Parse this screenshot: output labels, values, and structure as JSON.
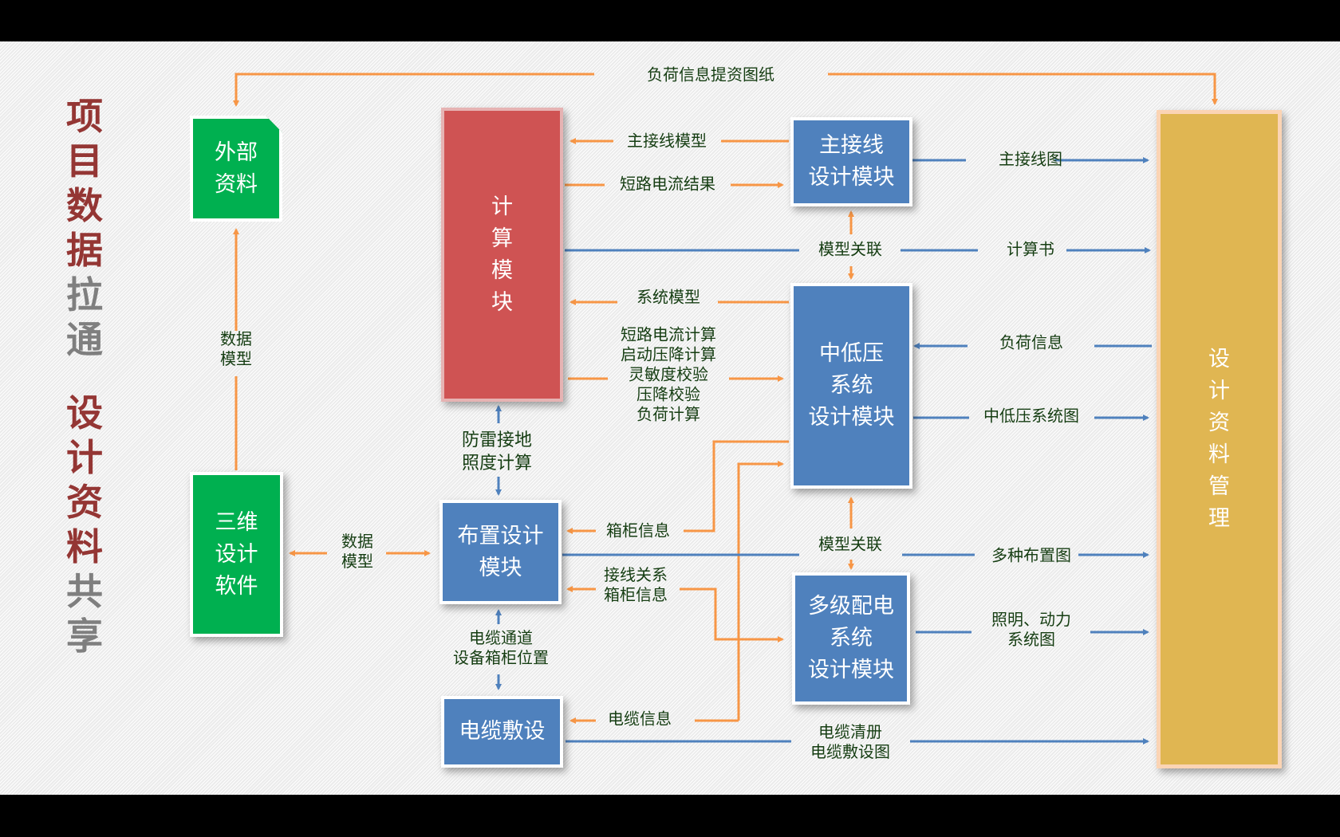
{
  "title": {
    "part1": [
      "项",
      "目",
      "数",
      "据",
      "拉",
      "通"
    ],
    "part1_colors": [
      "red",
      "red",
      "red",
      "red",
      "gray",
      "gray"
    ],
    "part2": [
      "设",
      "计",
      "资",
      "料",
      "共",
      "享"
    ],
    "part2_colors": [
      "red",
      "red",
      "red",
      "red",
      "gray",
      "gray"
    ]
  },
  "colors": {
    "title_red": "#943634",
    "title_gray": "#7f7f7f",
    "module_blue": "#4f81bd",
    "source_green": "#00b050",
    "calc_red": "#cf5353",
    "mgmt_yellow": "#e0b652",
    "arrow_orange": "#f79646",
    "arrow_blue": "#4f81bd",
    "label_green": "#153d12"
  },
  "nodes": {
    "external_data": [
      "外部",
      "资料"
    ],
    "3d_software": [
      "三维",
      "设计",
      "软件"
    ],
    "calc_module": [
      "计",
      "算",
      "模",
      "块"
    ],
    "main_wiring": [
      "主接线",
      "设计模块"
    ],
    "mv_lv_system": [
      "中低压",
      "系统",
      "设计模块"
    ],
    "layout_design": [
      "布置设计",
      "模块"
    ],
    "multi_distribution": [
      "多级配电",
      "系统",
      "设计模块"
    ],
    "cable_laying": [
      "电缆敷设"
    ],
    "design_mgmt": [
      "设",
      "计",
      "资",
      "料",
      "管",
      "理"
    ]
  },
  "edges": {
    "load_info_drawing": "负荷信息提资图纸",
    "data_model_up": [
      "数据",
      "模型"
    ],
    "data_model_side": [
      "数据",
      "模型"
    ],
    "main_wiring_model": "主接线模型",
    "short_circuit_result": "短路电流结果",
    "main_wiring_drawing": "主接线图",
    "model_link_top": "模型关联",
    "calc_book": "计算书",
    "system_model": "系统模型",
    "calc_list": [
      "短路电流计算",
      "启动压降计算",
      "灵敏度校验",
      "压降校验",
      "负荷计算"
    ],
    "load_info": "负荷信息",
    "mv_lv_drawing": "中低压系统图",
    "lightning_illum": [
      "防雷接地",
      "照度计算"
    ],
    "cabinet_info": "箱柜信息",
    "model_link_bottom": "模型关联",
    "various_layouts": "多种布置图",
    "wiring_cabinet": [
      "接线关系",
      "箱柜信息"
    ],
    "lighting_power": [
      "照明、动力",
      "系统图"
    ],
    "cable_channel": [
      "电缆通道",
      "设备箱柜位置"
    ],
    "cable_info": "电缆信息",
    "cable_list": [
      "电缆清册",
      "电缆敷设图"
    ]
  }
}
